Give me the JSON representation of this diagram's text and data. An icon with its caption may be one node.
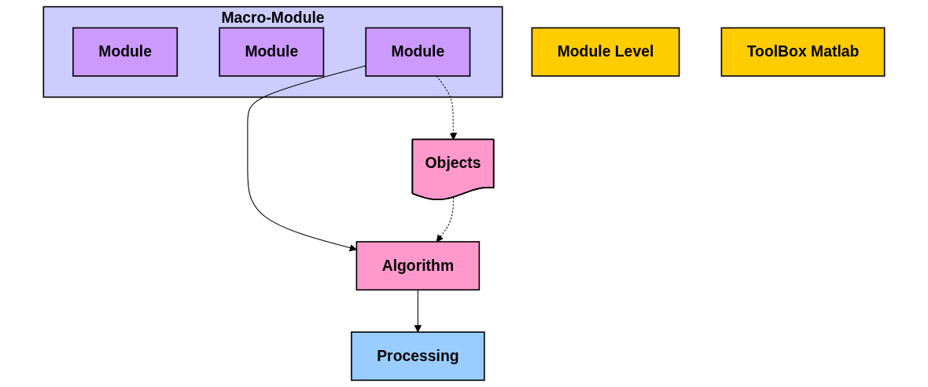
{
  "diagram": {
    "nodes": [
      {
        "text": [
          "Macro-Module"
        ]
      },
      {
        "text": [
          "Module"
        ],
        "in": 0
      },
      {
        "text": [
          "Module"
        ],
        "in": 0
      },
      {
        "text": [
          "Module"
        ],
        "in": 0
      },
      {
        "text": [
          "Algorithm"
        ]
      },
      {
        "text": [
          "Objects"
        ]
      },
      {
        "text": [
          "Module Level"
        ]
      },
      {
        "text": [
          "ToolBox Matlab"
        ]
      },
      {
        "text": [
          "Processing"
        ]
      }
    ],
    "edges": [
      {
        "from": 3,
        "to": 4,
        "arrow": "to"
      },
      {
        "from": 3,
        "to": 5,
        "arrow": "to",
        "style": "dashed"
      },
      {
        "from": 5,
        "to": 4,
        "arrow": "to",
        "style": "dashed"
      },
      {
        "from": 4,
        "to": 8,
        "arrow": "to"
      }
    ]
  }
}
